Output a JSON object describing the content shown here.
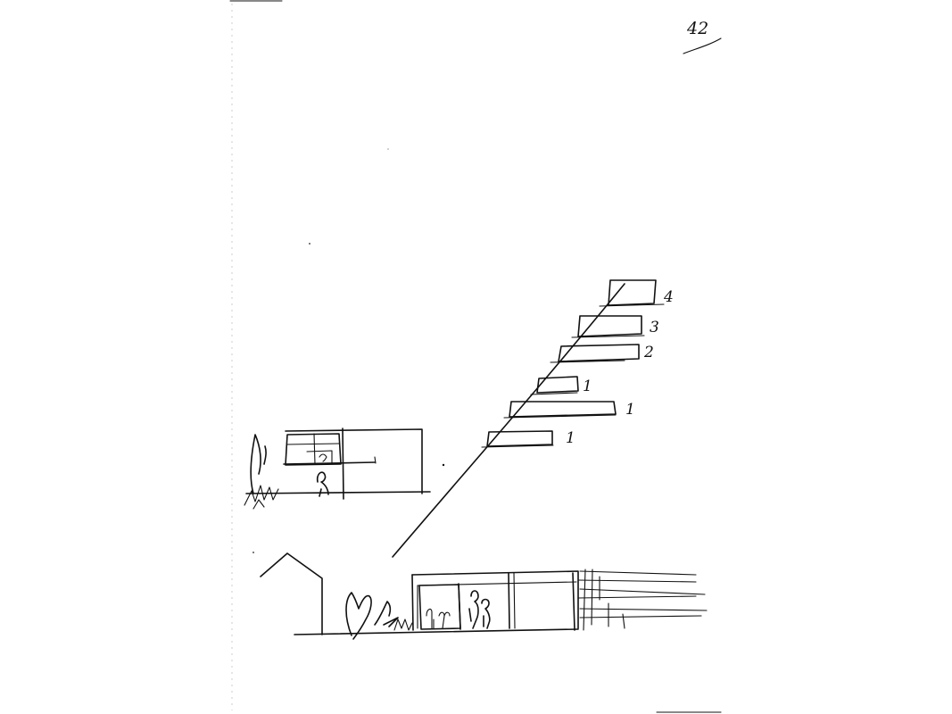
{
  "page_number": "42",
  "level_labels": [
    "4",
    "3",
    "2",
    "1",
    "1",
    "1"
  ]
}
